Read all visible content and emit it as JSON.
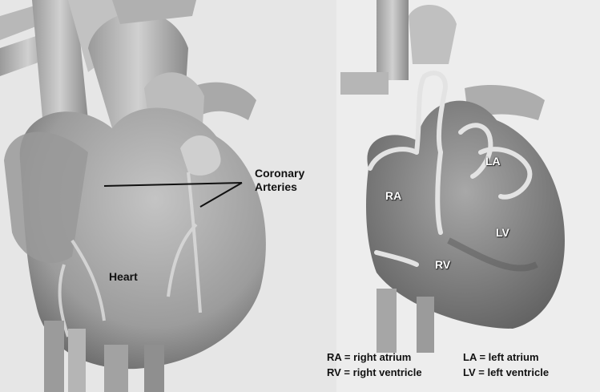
{
  "labels": {
    "coronary_line1": "Coronary",
    "coronary_line2": "Arteries",
    "heart": "Heart"
  },
  "chambers": {
    "ra": "RA",
    "la": "LA",
    "lv": "LV",
    "rv": "RV"
  },
  "legend": [
    {
      "left": "RA = right atrium",
      "right": "LA = left atrium"
    },
    {
      "left": "RV = right ventricle",
      "right": "LV = left ventricle"
    }
  ],
  "colors": {
    "background": "#e9e9e9",
    "tissue": "#8e8e8e",
    "tissue_light": "#bdbdbd",
    "interior": "#7a7a7a",
    "wall": "#dcdcdc"
  }
}
